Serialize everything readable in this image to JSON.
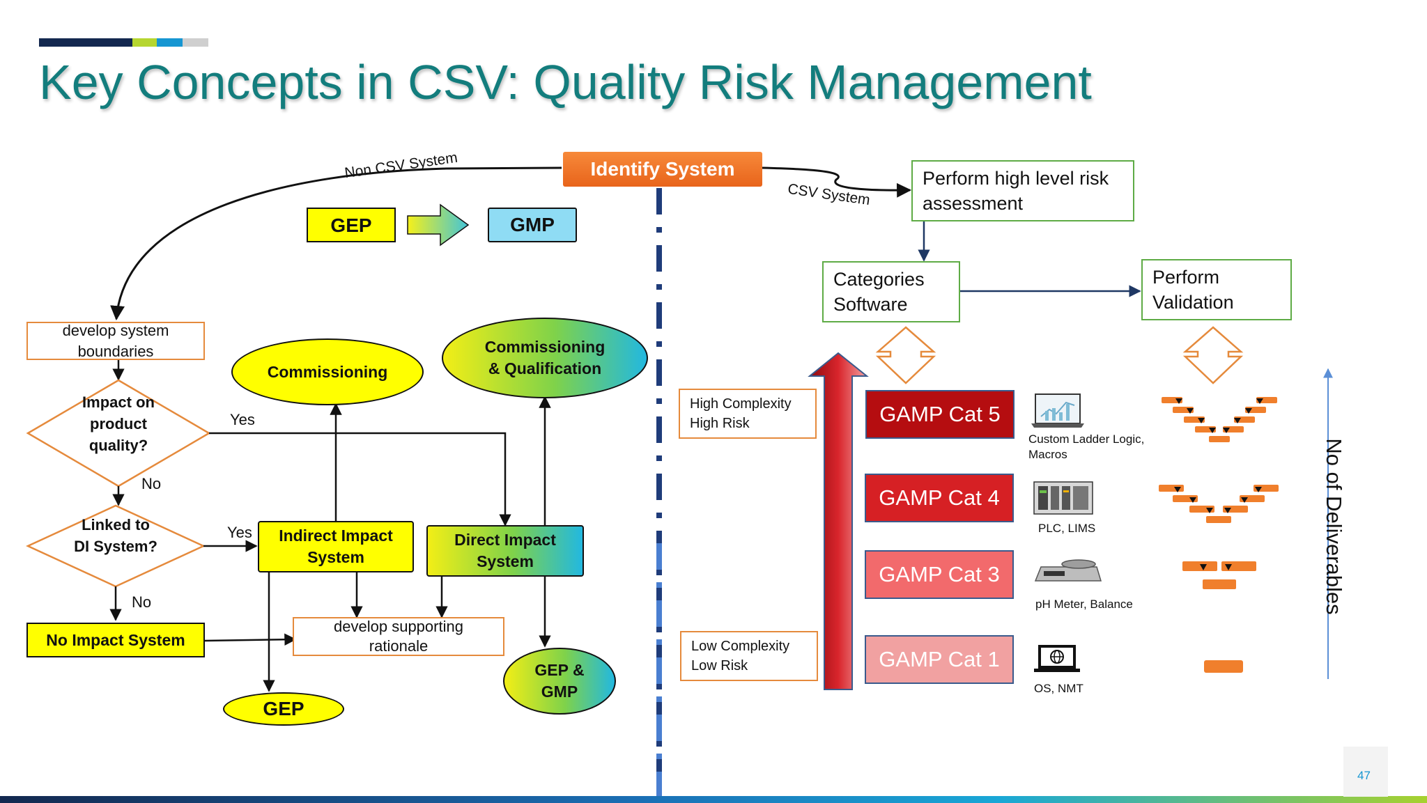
{
  "title": "Key Concepts in CSV: Quality Risk Management",
  "page_number": "47",
  "colors": {
    "teal_title": "#137d7d",
    "orange": "#e58a3c",
    "yellow": "#ffff00",
    "cat5": "#b50d10",
    "cat4": "#d62024",
    "cat3": "#f26a6c",
    "cat1": "#f1a1a1"
  },
  "left": {
    "identify_system": "Identify System",
    "non_csv_label": "Non CSV System",
    "csv_label": "CSV System",
    "gep_top": "GEP",
    "gmp_top": "GMP",
    "develop_boundaries": "develop system boundaries",
    "impact_question": "Impact on product quality?",
    "linked_question": "Linked to DI System?",
    "yes1": "Yes",
    "no1": "No",
    "yes2": "Yes",
    "no2": "No",
    "commissioning": "Commissioning",
    "cq": "Commissioning & Qualification",
    "indirect": "Indirect Impact System",
    "direct": "Direct Impact System",
    "no_impact": "No Impact System",
    "rationale": "develop supporting rationale",
    "gep_bottom": "GEP",
    "gep_gmp": "GEP & GMP"
  },
  "right": {
    "risk_assessment": "Perform high level risk assessment",
    "categories": "Categories Software",
    "validation": "Perform Validation",
    "high": "High Complexity High Risk",
    "low": "Low Complexity Low Risk",
    "cat5": "GAMP Cat 5",
    "cat4": "GAMP Cat 4",
    "cat3": "GAMP Cat 3",
    "cat1": "GAMP Cat 1",
    "ex5": "Custom Ladder Logic, Macros",
    "ex4": "PLC, LIMS",
    "ex3": "pH Meter, Balance",
    "ex1": "OS, NMT",
    "deliverables": "No of Deliverables"
  },
  "icons": [
    "laptop-chart-icon",
    "plc-icon",
    "balance-icon",
    "laptop-globe-icon"
  ]
}
